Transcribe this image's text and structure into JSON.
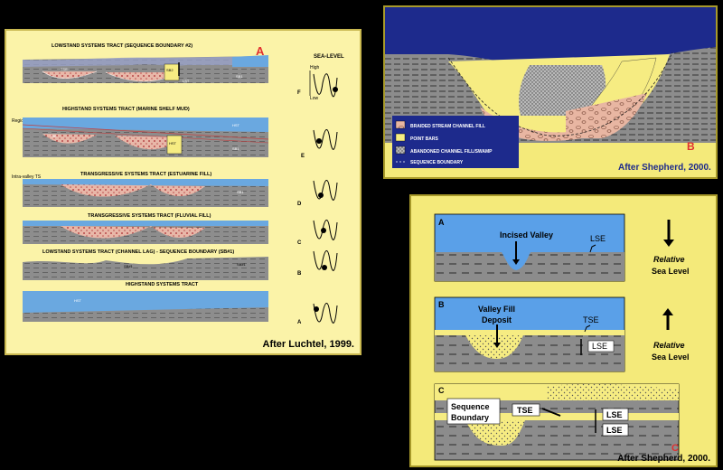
{
  "panelA": {
    "letter": "A",
    "credit": "After Luchtel, 1999.",
    "sea_level": {
      "title": "SEA-LEVEL",
      "high": "High",
      "low": "Low"
    },
    "rows": [
      {
        "stage": "F",
        "title": "LOWSTAND SYSTEMS TRACT (SEQUENCE BOUNDARY #2)",
        "labels": [
          "TSE",
          "SB2",
          "SB1",
          "LST"
        ]
      },
      {
        "stage": "E",
        "title": "HIGHSTAND SYSTEMS TRACT (MARINE SHELF MUD)",
        "side": "Regional TSE",
        "labels": [
          "TSE",
          "HST",
          "SB1",
          "HST"
        ]
      },
      {
        "stage": "D",
        "title": "TRANSGRESSIVE SYSTEMS TRACT (ESTUARINE FILL)",
        "side": "Intra-valley TS",
        "labels": [
          "SB1"
        ]
      },
      {
        "stage": "C",
        "title": "TRANSGRESSIVE SYSTEMS TRACT (FLUVIAL FILL)",
        "labels": []
      },
      {
        "stage": "B",
        "title": "LOWSTAND SYSTEMS TRACT (CHANNEL LAG) - SEQUENCE BOUNDARY (SB#1)",
        "labels": [
          "SB#1",
          "SB#1"
        ]
      },
      {
        "stage": "A",
        "title": "HIGHSTAND SYSTEMS TRACT",
        "labels": [
          "HST"
        ]
      }
    ]
  },
  "panelB": {
    "letter": "B",
    "credit": "After Shepherd, 2000.",
    "legend": [
      "BRAIDED STREAM CHANNEL FILL",
      "POINT BARS",
      "ABANDONED CHANNEL FILL/SWAMP",
      "SEQUENCE BOUNDARY"
    ]
  },
  "panelC": {
    "letter": "C",
    "credit": "After Shepherd, 2000.",
    "sub": [
      {
        "letter": "A",
        "title": "Incised Valley",
        "lse": "LSE",
        "rel1": "Relative",
        "rel2": "Sea Level"
      },
      {
        "letter": "B",
        "title1": "Valley Fill",
        "title2": "Deposit",
        "tse": "TSE",
        "lse": "LSE",
        "rel1": "Relative",
        "rel2": "Sea Level"
      },
      {
        "letter": "C",
        "sb1": "Sequence",
        "sb2": "Boundary",
        "tse": "TSE",
        "lse1": "LSE",
        "lse2": "LSE"
      }
    ]
  },
  "colors": {
    "water": "#5aa0e8",
    "shale": "#8c8c8c",
    "sand": "#f6ec82",
    "gravel": "#e6b29a",
    "navy": "#1d2a8c"
  }
}
